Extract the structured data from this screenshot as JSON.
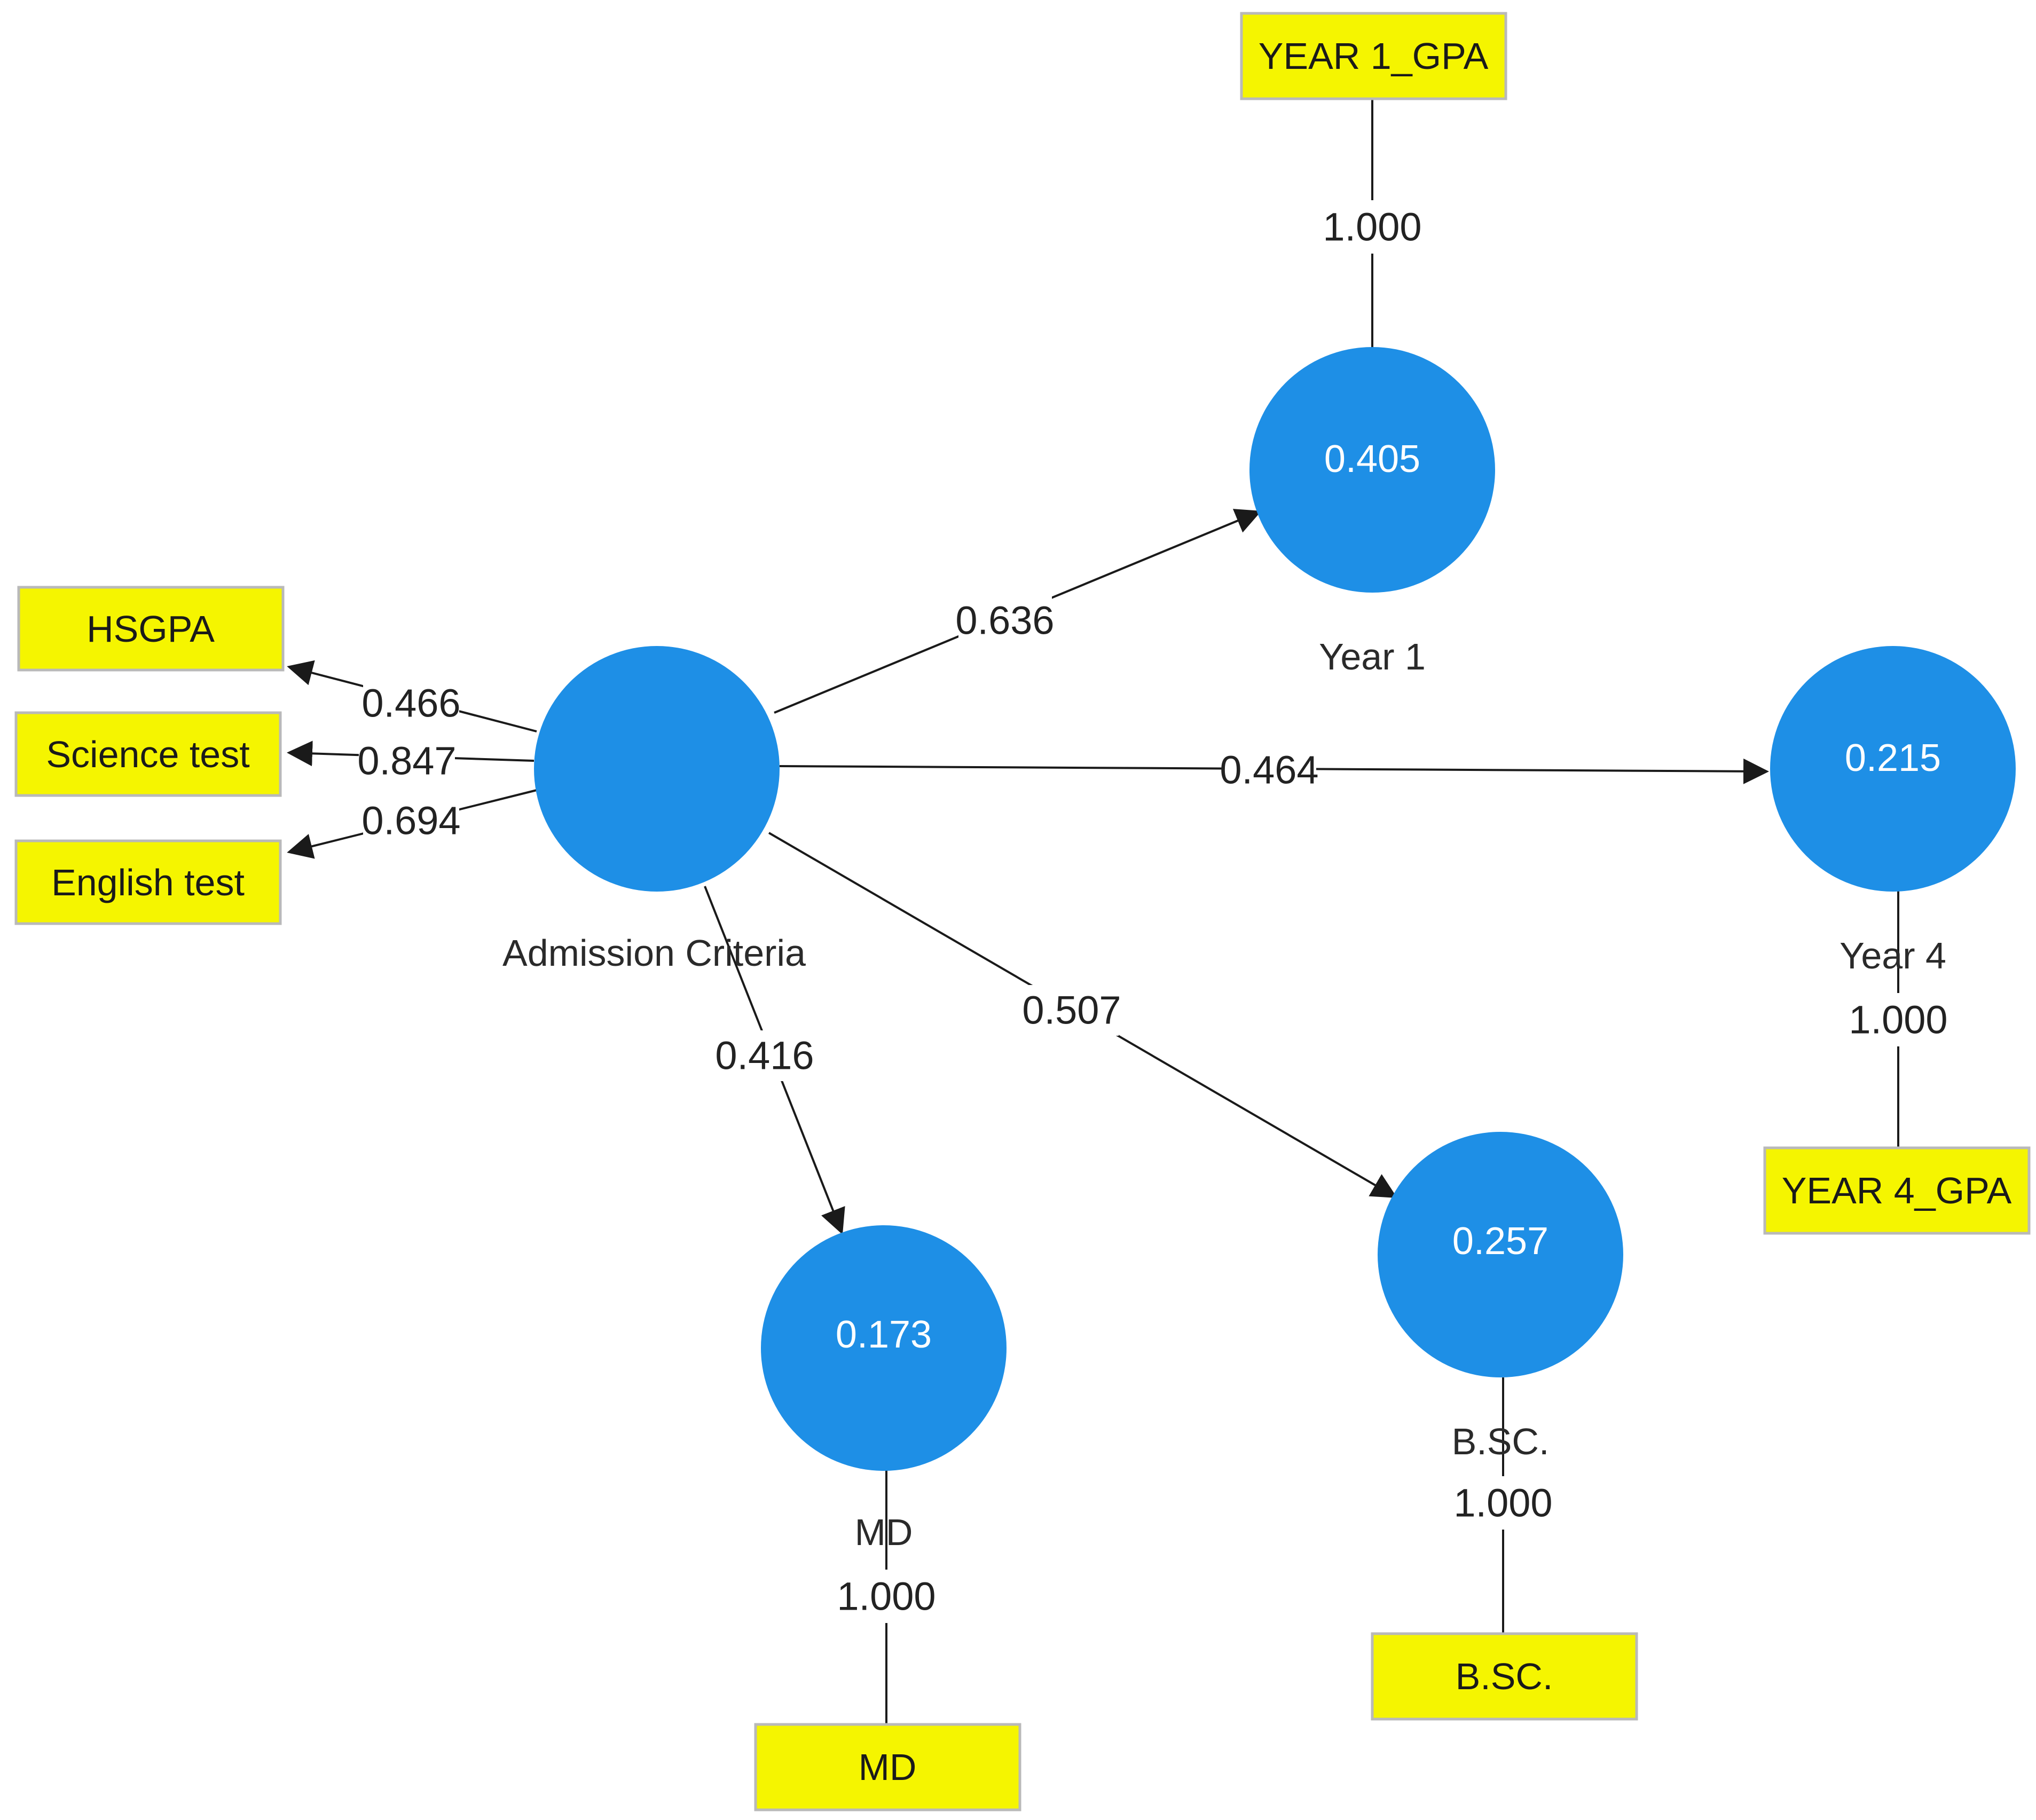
{
  "colors": {
    "indicator_fill": "#f5f500",
    "construct_fill": "#1e8fe6",
    "edge": "#1a1a1a"
  },
  "constructs": {
    "admission": {
      "name": "Admission Criteria",
      "value": ""
    },
    "year1": {
      "name": "Year 1",
      "value": "0.405"
    },
    "year4": {
      "name": "Year 4",
      "value": "0.215"
    },
    "md": {
      "name": "MD",
      "value": "0.173"
    },
    "bsc": {
      "name": "B.SC.",
      "value": "0.257"
    }
  },
  "indicators": {
    "hsgpa": "HSGPA",
    "science": "Science test",
    "english": "English test",
    "year1_gpa": "YEAR 1_GPA",
    "year4_gpa": "YEAR 4_GPA",
    "md": "MD",
    "bsc": "B.SC."
  },
  "paths": {
    "to_year1": "0.636",
    "to_year4": "0.464",
    "to_md": "0.416",
    "to_bsc": "0.507"
  },
  "loadings": {
    "hsgpa": "0.466",
    "science": "0.847",
    "english": "0.694",
    "year1": "1.000",
    "year4": "1.000",
    "md": "1.000",
    "bsc": "1.000"
  }
}
